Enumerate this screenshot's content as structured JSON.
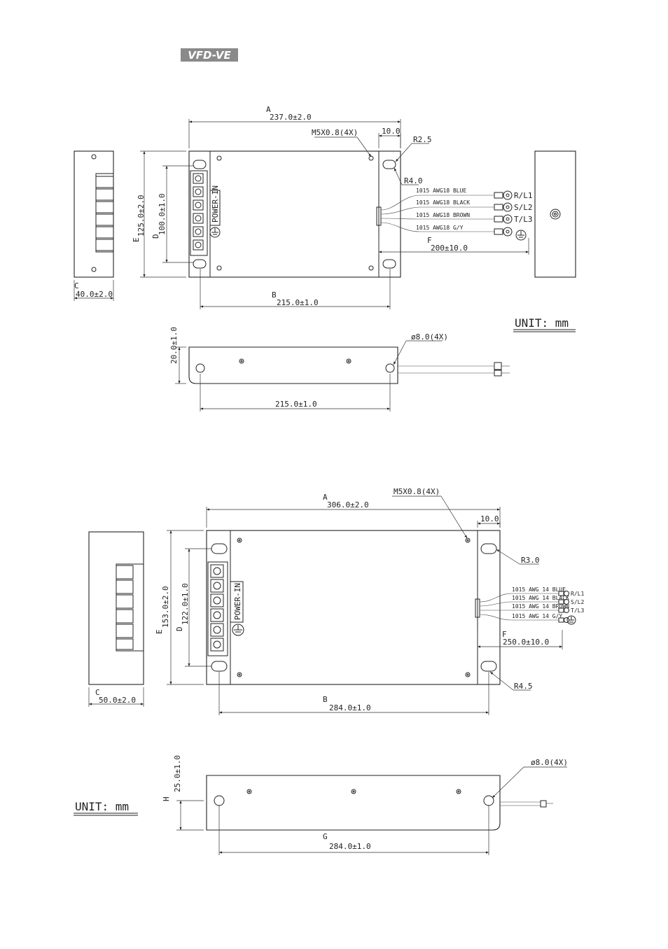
{
  "logo": "VFD-VE",
  "drawing1": {
    "dims": {
      "A_letter": "A",
      "A": "237.0±2.0",
      "B_letter": "B",
      "B": "215.0±1.0",
      "C_letter": "C",
      "C": "40.0±2.0",
      "D_letter": "D",
      "D": "100.0±1.0",
      "E_letter": "E",
      "E": "125.0±2.0",
      "F_letter": "F",
      "F": "200±10.0",
      "slot": "10.0",
      "screw": "M5X0.8(4X)",
      "r1": "R2.5",
      "r2": "R4.0",
      "height": "20.0±1.0",
      "hole": "ø8.0(4X)",
      "bottom": "215.0±1.0"
    },
    "wires": [
      "1015 AWG18 BLUE",
      "1015 AWG18 BLACK",
      "1015 AWG18 BROWN",
      "1015 AWG18 G/Y"
    ],
    "terminals": [
      "R/L1",
      "S/L2",
      "T/L3"
    ],
    "power_label": "POWER-IN",
    "unit": "UNIT: mm"
  },
  "drawing2": {
    "dims": {
      "A_letter": "A",
      "A": "306.0±2.0",
      "B_letter": "B",
      "B": "284.0±1.0",
      "C_letter": "C",
      "C": "50.0±2.0",
      "D_letter": "D",
      "D": "122.0±1.0",
      "E_letter": "E",
      "E": "153.0±2.0",
      "F_letter": "F",
      "F": "250.0±10.0",
      "slot": "10.0",
      "screw": "M5X0.8(4X)",
      "r1": "R3.0",
      "r2": "R4.5",
      "H_letter": "H",
      "height": "25.0±1.0",
      "hole": "ø8.0(4X)",
      "G_letter": "G",
      "bottom": "284.0±1.0"
    },
    "wires": [
      "1015 AWG 14 BLUE",
      "1015 AWG 14 BLACK",
      "1015 AWG 14 BROWN",
      "1015 AWG 14 G/Y"
    ],
    "terminals": [
      "R/L1",
      "S/L2",
      "T/L3"
    ],
    "power_label": "POWER-IN",
    "unit": "UNIT: mm"
  }
}
